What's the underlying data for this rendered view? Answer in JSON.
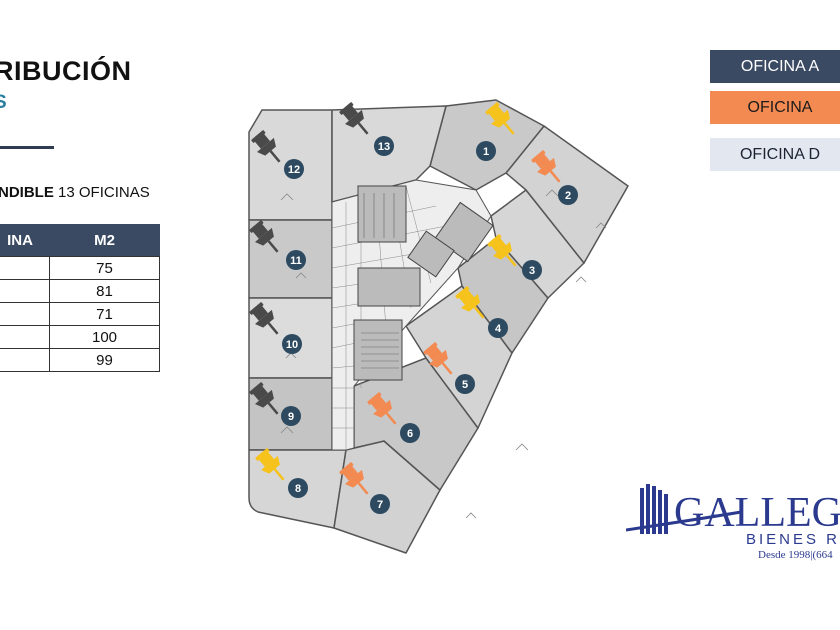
{
  "heading": {
    "title": "RIBUCIÓN",
    "subtitle": "S",
    "summary_bold": "NDIBLE",
    "summary_rest": " 13 OFICINAS"
  },
  "table": {
    "headers": [
      "INA",
      "M2"
    ],
    "rows": [
      [
        "",
        "75"
      ],
      [
        "",
        "81"
      ],
      [
        "",
        "71"
      ],
      [
        "",
        "100"
      ],
      [
        "",
        "99"
      ]
    ]
  },
  "legend": [
    {
      "label": "OFICINA A",
      "color": "#3b4a63"
    },
    {
      "label": "OFICINA",
      "color": "#f28a52"
    },
    {
      "label": "OFICINA D",
      "color": "#e3e7ef"
    }
  ],
  "plan": {
    "pin_colors": {
      "available": "#f6c21c",
      "reserved": "#f28a52",
      "sold": "#4a4a4a",
      "badge": "#2d4a60"
    },
    "offices": [
      {
        "number": "1",
        "status": "available"
      },
      {
        "number": "2",
        "status": "reserved"
      },
      {
        "number": "3",
        "status": "available"
      },
      {
        "number": "4",
        "status": "available"
      },
      {
        "number": "5",
        "status": "reserved"
      },
      {
        "number": "6",
        "status": "reserved"
      },
      {
        "number": "7",
        "status": "reserved"
      },
      {
        "number": "8",
        "status": "available"
      },
      {
        "number": "9",
        "status": "sold"
      },
      {
        "number": "10",
        "status": "sold"
      },
      {
        "number": "11",
        "status": "sold"
      },
      {
        "number": "12",
        "status": "sold"
      },
      {
        "number": "13",
        "status": "sold"
      }
    ]
  },
  "logo": {
    "name": "GALLEG",
    "tagline": "BIENES R",
    "since": "Desde 1998|(664"
  }
}
